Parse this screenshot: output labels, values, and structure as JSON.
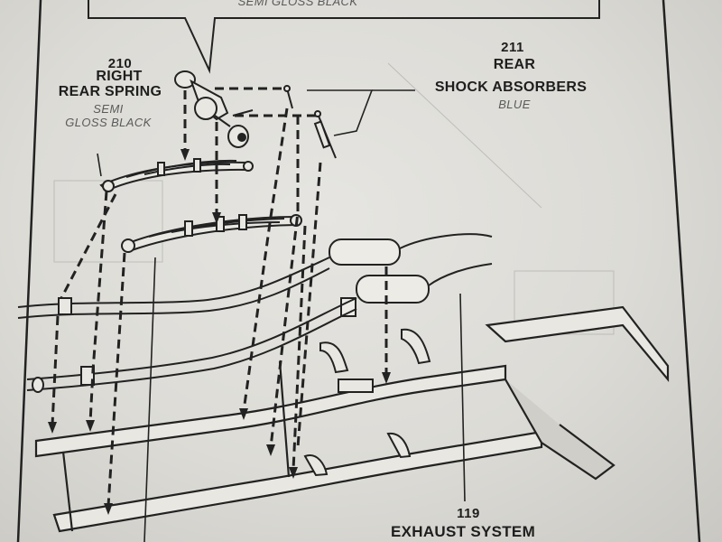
{
  "callouts": {
    "top_finish": "SEMI GLOSS BLACK",
    "spring": {
      "number": "210",
      "name_line1": "RIGHT",
      "name_line2": "REAR SPRING",
      "finish_line1": "SEMI",
      "finish_line2": "GLOSS BLACK"
    },
    "shocks": {
      "number": "211",
      "name_line1": "REAR",
      "name_line2": "SHOCK ABSORBERS",
      "finish": "BLUE"
    },
    "exhaust": {
      "number": "119",
      "name": "EXHAUST SYSTEM"
    }
  }
}
